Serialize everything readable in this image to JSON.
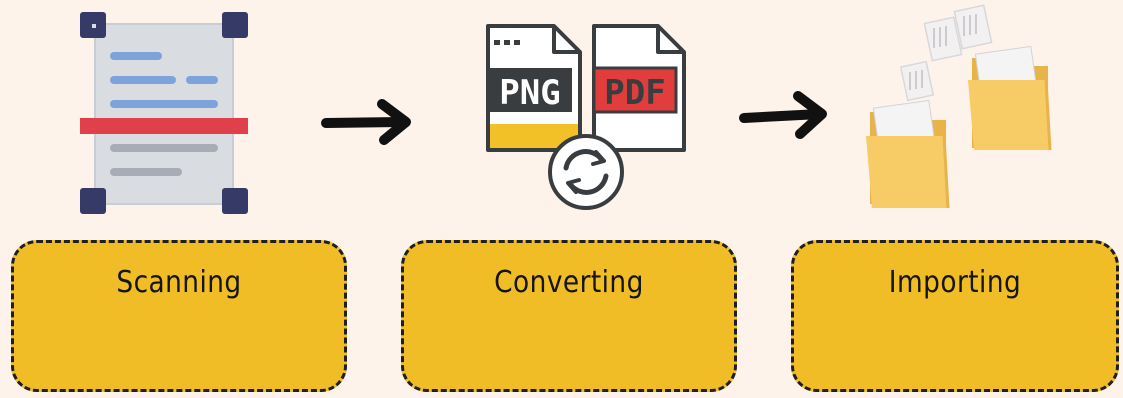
{
  "steps": [
    {
      "label": "Scanning",
      "icon": "document-scan-icon"
    },
    {
      "label": "Converting",
      "icon": "png-to-pdf-convert-icon"
    },
    {
      "label": "Importing",
      "icon": "folders-import-icon"
    }
  ],
  "convert_icon": {
    "source_format": "PNG",
    "target_format": "PDF"
  },
  "colors": {
    "background": "#fdf3ea",
    "box_fill": "#f1bd27",
    "box_border": "#1f1f1f",
    "scan_line": "#e0404c",
    "pdf_red": "#e23d3d",
    "png_yellow": "#f2c027",
    "folder_yellow": "#f7c54e"
  }
}
